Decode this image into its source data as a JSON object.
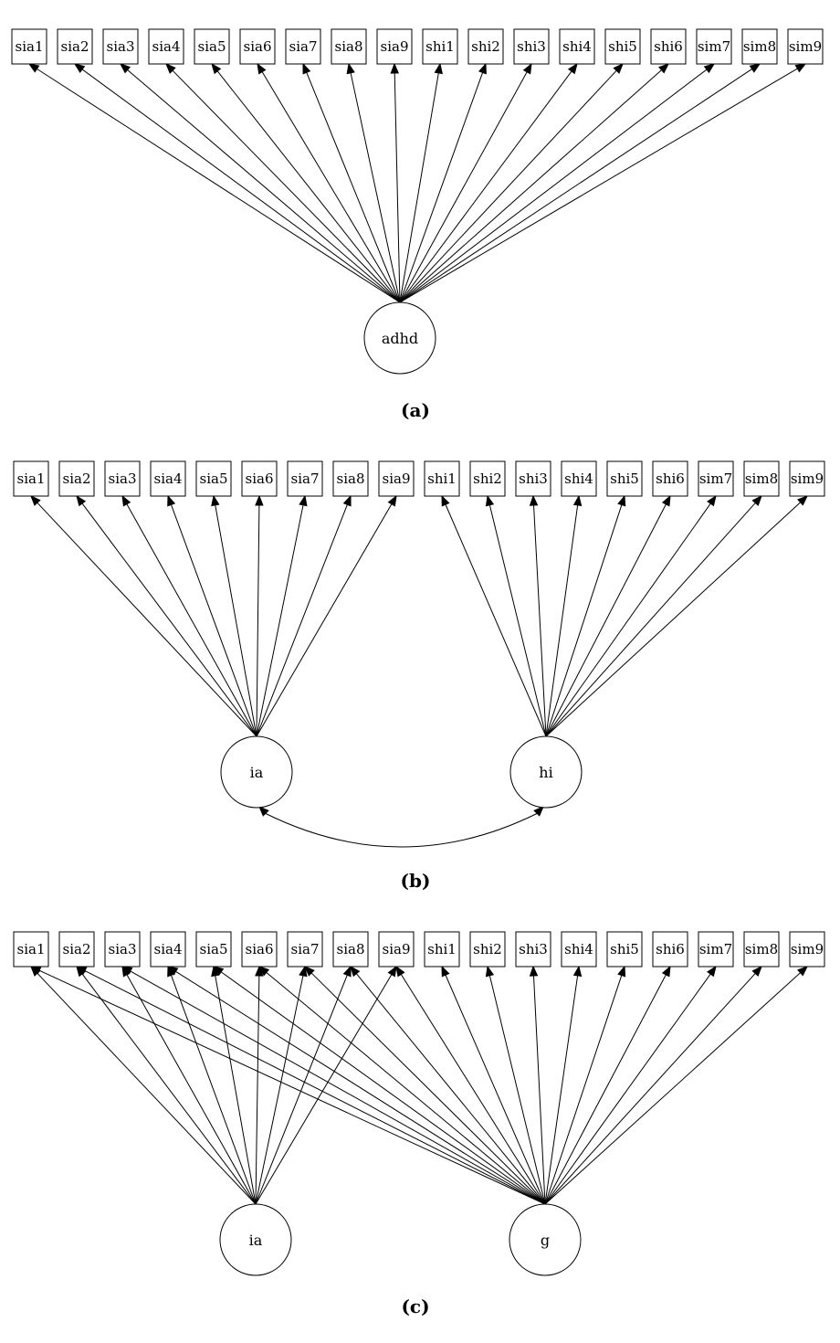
{
  "panels": [
    {
      "caption": "(a)",
      "indicators": [
        "sia1",
        "sia2",
        "sia3",
        "sia4",
        "sia5",
        "sia6",
        "sia7",
        "sia8",
        "sia9",
        "shi1",
        "shi2",
        "shi3",
        "shi4",
        "shi5",
        "shi6",
        "sim7",
        "sim8",
        "sim9"
      ],
      "latents": [
        {
          "label": "adhd",
          "loads_on": [
            "sia1",
            "sia2",
            "sia3",
            "sia4",
            "sia5",
            "sia6",
            "sia7",
            "sia8",
            "sia9",
            "shi1",
            "shi2",
            "shi3",
            "shi4",
            "shi5",
            "shi6",
            "sim7",
            "sim8",
            "sim9"
          ]
        }
      ],
      "covariances": []
    },
    {
      "caption": "(b)",
      "indicators": [
        "sia1",
        "sia2",
        "sia3",
        "sia4",
        "sia5",
        "sia6",
        "sia7",
        "sia8",
        "sia9",
        "shi1",
        "shi2",
        "shi3",
        "shi4",
        "shi5",
        "shi6",
        "sim7",
        "sim8",
        "sim9"
      ],
      "latents": [
        {
          "label": "ia",
          "loads_on": [
            "sia1",
            "sia2",
            "sia3",
            "sia4",
            "sia5",
            "sia6",
            "sia7",
            "sia8",
            "sia9"
          ]
        },
        {
          "label": "hi",
          "loads_on": [
            "shi1",
            "shi2",
            "shi3",
            "shi4",
            "shi5",
            "shi6",
            "sim7",
            "sim8",
            "sim9"
          ]
        }
      ],
      "covariances": [
        [
          "ia",
          "hi"
        ]
      ]
    },
    {
      "caption": "(c)",
      "indicators": [
        "sia1",
        "sia2",
        "sia3",
        "sia4",
        "sia5",
        "sia6",
        "sia7",
        "sia8",
        "sia9",
        "shi1",
        "shi2",
        "shi3",
        "shi4",
        "shi5",
        "shi6",
        "sim7",
        "sim8",
        "sim9"
      ],
      "latents": [
        {
          "label": "ia",
          "loads_on": [
            "sia1",
            "sia2",
            "sia3",
            "sia4",
            "sia5",
            "sia6",
            "sia7",
            "sia8",
            "sia9"
          ]
        },
        {
          "label": "g",
          "loads_on": [
            "sia1",
            "sia2",
            "sia3",
            "sia4",
            "sia5",
            "sia6",
            "sia7",
            "sia8",
            "sia9",
            "shi1",
            "shi2",
            "shi3",
            "shi4",
            "shi5",
            "shi6",
            "sim7",
            "sim8",
            "sim9"
          ]
        }
      ],
      "covariances": []
    }
  ]
}
